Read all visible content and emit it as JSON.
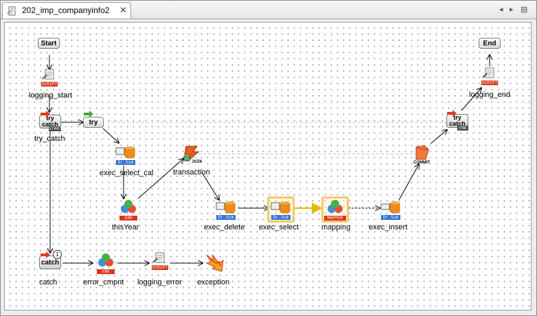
{
  "tab": {
    "title": "202_imp_companyinfo2",
    "close": "✕"
  },
  "nav": {
    "prev": "◂",
    "next": "▸",
    "menu": "▤"
  },
  "nodes": {
    "start": "Start",
    "end": "End",
    "logging_start": "logging_start",
    "logging_end": "logging_end",
    "try_catch": "try_catch",
    "try": "try",
    "exec_select_cal": "exec_select_cal",
    "transaction": "transaction",
    "thisYear": "thisYear",
    "exec_delete": "exec_delete",
    "exec_select": "exec_select",
    "mapping": "mapping",
    "exec_insert": "exec_insert",
    "commit": "COMMIT",
    "catch": "catch",
    "error_cmpnt": "error_cmpnt",
    "logging_error": "logging_error",
    "exception": "exception"
  },
  "tags": {
    "script": "SCRIPT",
    "drsum": "Dr.Sum",
    "var": "VAR",
    "mapper": "MAPPER",
    "start_tag": "START",
    "end_tag": "END",
    "join": "JOIN",
    "catch_label": "catch",
    "try_label": "try",
    "catch_num": "1"
  },
  "colors": {
    "script": "#d9361a",
    "drsum": "#2f6fd0",
    "highlight": "#f5c96a"
  }
}
